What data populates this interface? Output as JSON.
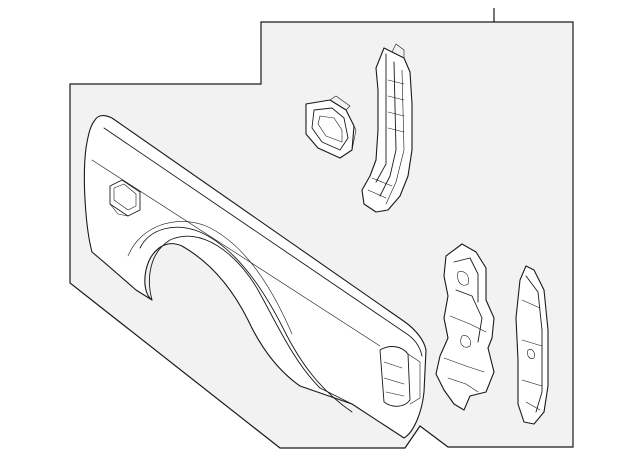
{
  "diagram": {
    "type": "exploded-parts-illustration",
    "background": "#ffffff",
    "panel_fill": "#f2f2f2",
    "line_color": "#1a1a1a",
    "parts": [
      {
        "id": "quarter-panel",
        "icon": "quarter-panel-icon"
      },
      {
        "id": "fuel-door-housing",
        "icon": "fuel-door-housing-icon"
      },
      {
        "id": "upper-pillar-reinforcement",
        "icon": "pillar-reinforcement-icon"
      },
      {
        "id": "rear-inner-panel",
        "icon": "inner-panel-icon"
      },
      {
        "id": "rear-extension-bracket",
        "icon": "extension-bracket-icon"
      }
    ]
  }
}
